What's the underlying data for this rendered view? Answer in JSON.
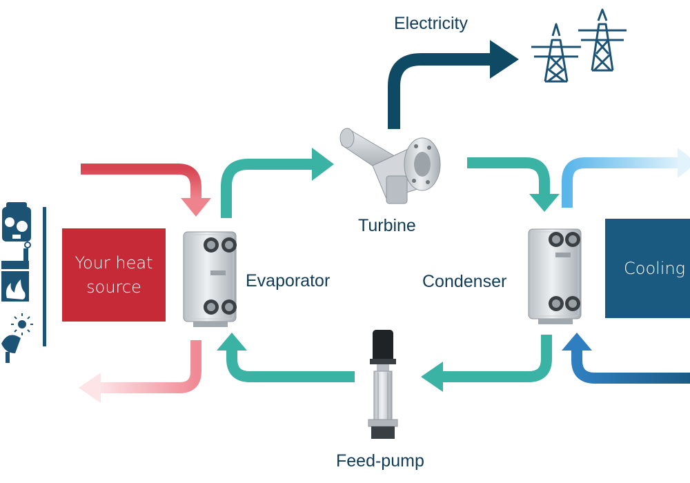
{
  "labels": {
    "electricity": "Electricity",
    "turbine": "Turbine",
    "evaporator": "Evaporator",
    "condenser": "Condenser",
    "feed_pump": "Feed-pump"
  },
  "boxes": {
    "heat_source_line1": "Your heat",
    "heat_source_line2": "source",
    "cooling": "Cooling"
  },
  "colors": {
    "working_fluid": "#3bb3a4",
    "heat_source": "#c52a36",
    "heat_source_light": "#f2a9b1",
    "cooling": "#1a5a80",
    "cooling_light": "#6ec4ee",
    "electricity": "#0f4a64",
    "text": "#0f3b57"
  },
  "icons": [
    "engine-icon",
    "factory-icon",
    "flame-icon",
    "solar-collector-icon",
    "power-pylon-icon",
    "turbine-icon",
    "plate-heat-exchanger-icon",
    "feed-pump-icon"
  ]
}
